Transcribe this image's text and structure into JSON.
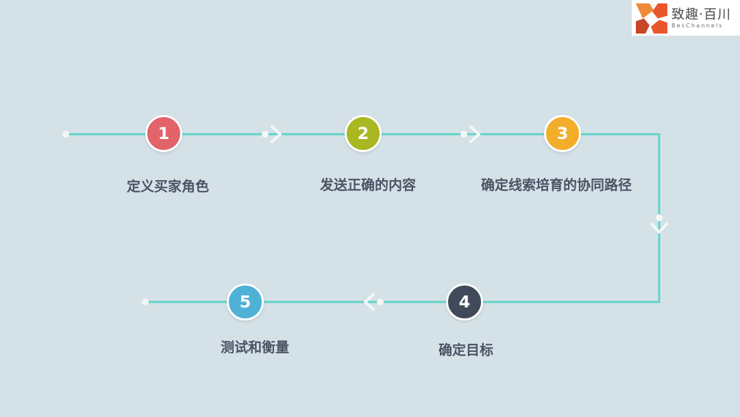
{
  "logo": {
    "title": "致趣·百川",
    "subtitle": "BesChannels",
    "colors": [
      "#e8572b",
      "#f08a3a",
      "#c9452a"
    ]
  },
  "colors": {
    "background": "#d4e2e8",
    "connector": "#5fd3c6",
    "dot": "#f4f6f7",
    "label": "#4a5363"
  },
  "steps": [
    {
      "number": "1",
      "label": "定义买家角色",
      "color": "#e3636a"
    },
    {
      "number": "2",
      "label": "发送正确的内容",
      "color": "#a8b722"
    },
    {
      "number": "3",
      "label": "确定线索培育的协同路径",
      "color": "#f2ad2b"
    },
    {
      "number": "4",
      "label": "确定目标",
      "color": "#414a5b"
    },
    {
      "number": "5",
      "label": "测试和衡量",
      "color": "#4fb1d6"
    }
  ]
}
